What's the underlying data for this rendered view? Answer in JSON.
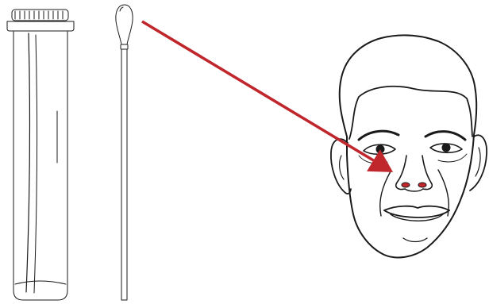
{
  "illustration": {
    "elements": [
      "test-tube",
      "nasal-swab",
      "face"
    ],
    "arrow_target": "nostril",
    "colors": {
      "line": "#1a1a1a",
      "arrow": "#c0272d",
      "nostril_fill": "#c0272d",
      "eye_fill": "#1a1a1a",
      "background": "#ffffff"
    }
  }
}
